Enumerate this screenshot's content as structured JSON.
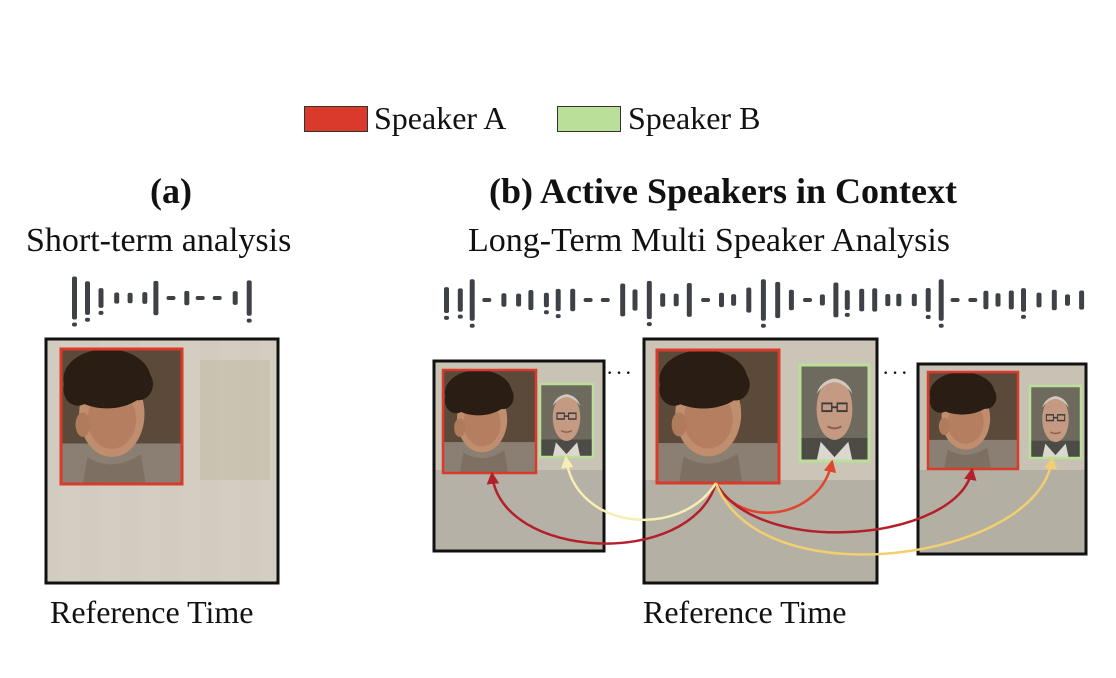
{
  "legend": {
    "items": [
      {
        "label": "Speaker A",
        "color": "#d93a2b"
      },
      {
        "label": "Speaker B",
        "color": "#b9df98"
      }
    ]
  },
  "panel_a": {
    "label": "(a)",
    "subtitle": "Short-term analysis",
    "caption": "Reference Time"
  },
  "panel_b": {
    "title": "(b) Active Speakers in Context",
    "subtitle": "Long-Term Multi Speaker Analysis",
    "caption": "Reference Time",
    "ellipsis": "···"
  },
  "colors": {
    "speaker_a": "#d93a2b",
    "speaker_b": "#b9df98",
    "waveform": "#3e4146",
    "frame_border": "#111111",
    "arrow_dark_red": "#b3202c",
    "arrow_red": "#e0452e",
    "arrow_orange": "#f08a4b",
    "arrow_yellow": "#f2cf70",
    "arrow_pale": "#f7eeb4"
  },
  "icons": {
    "audio": "audio-waveform-icon"
  }
}
